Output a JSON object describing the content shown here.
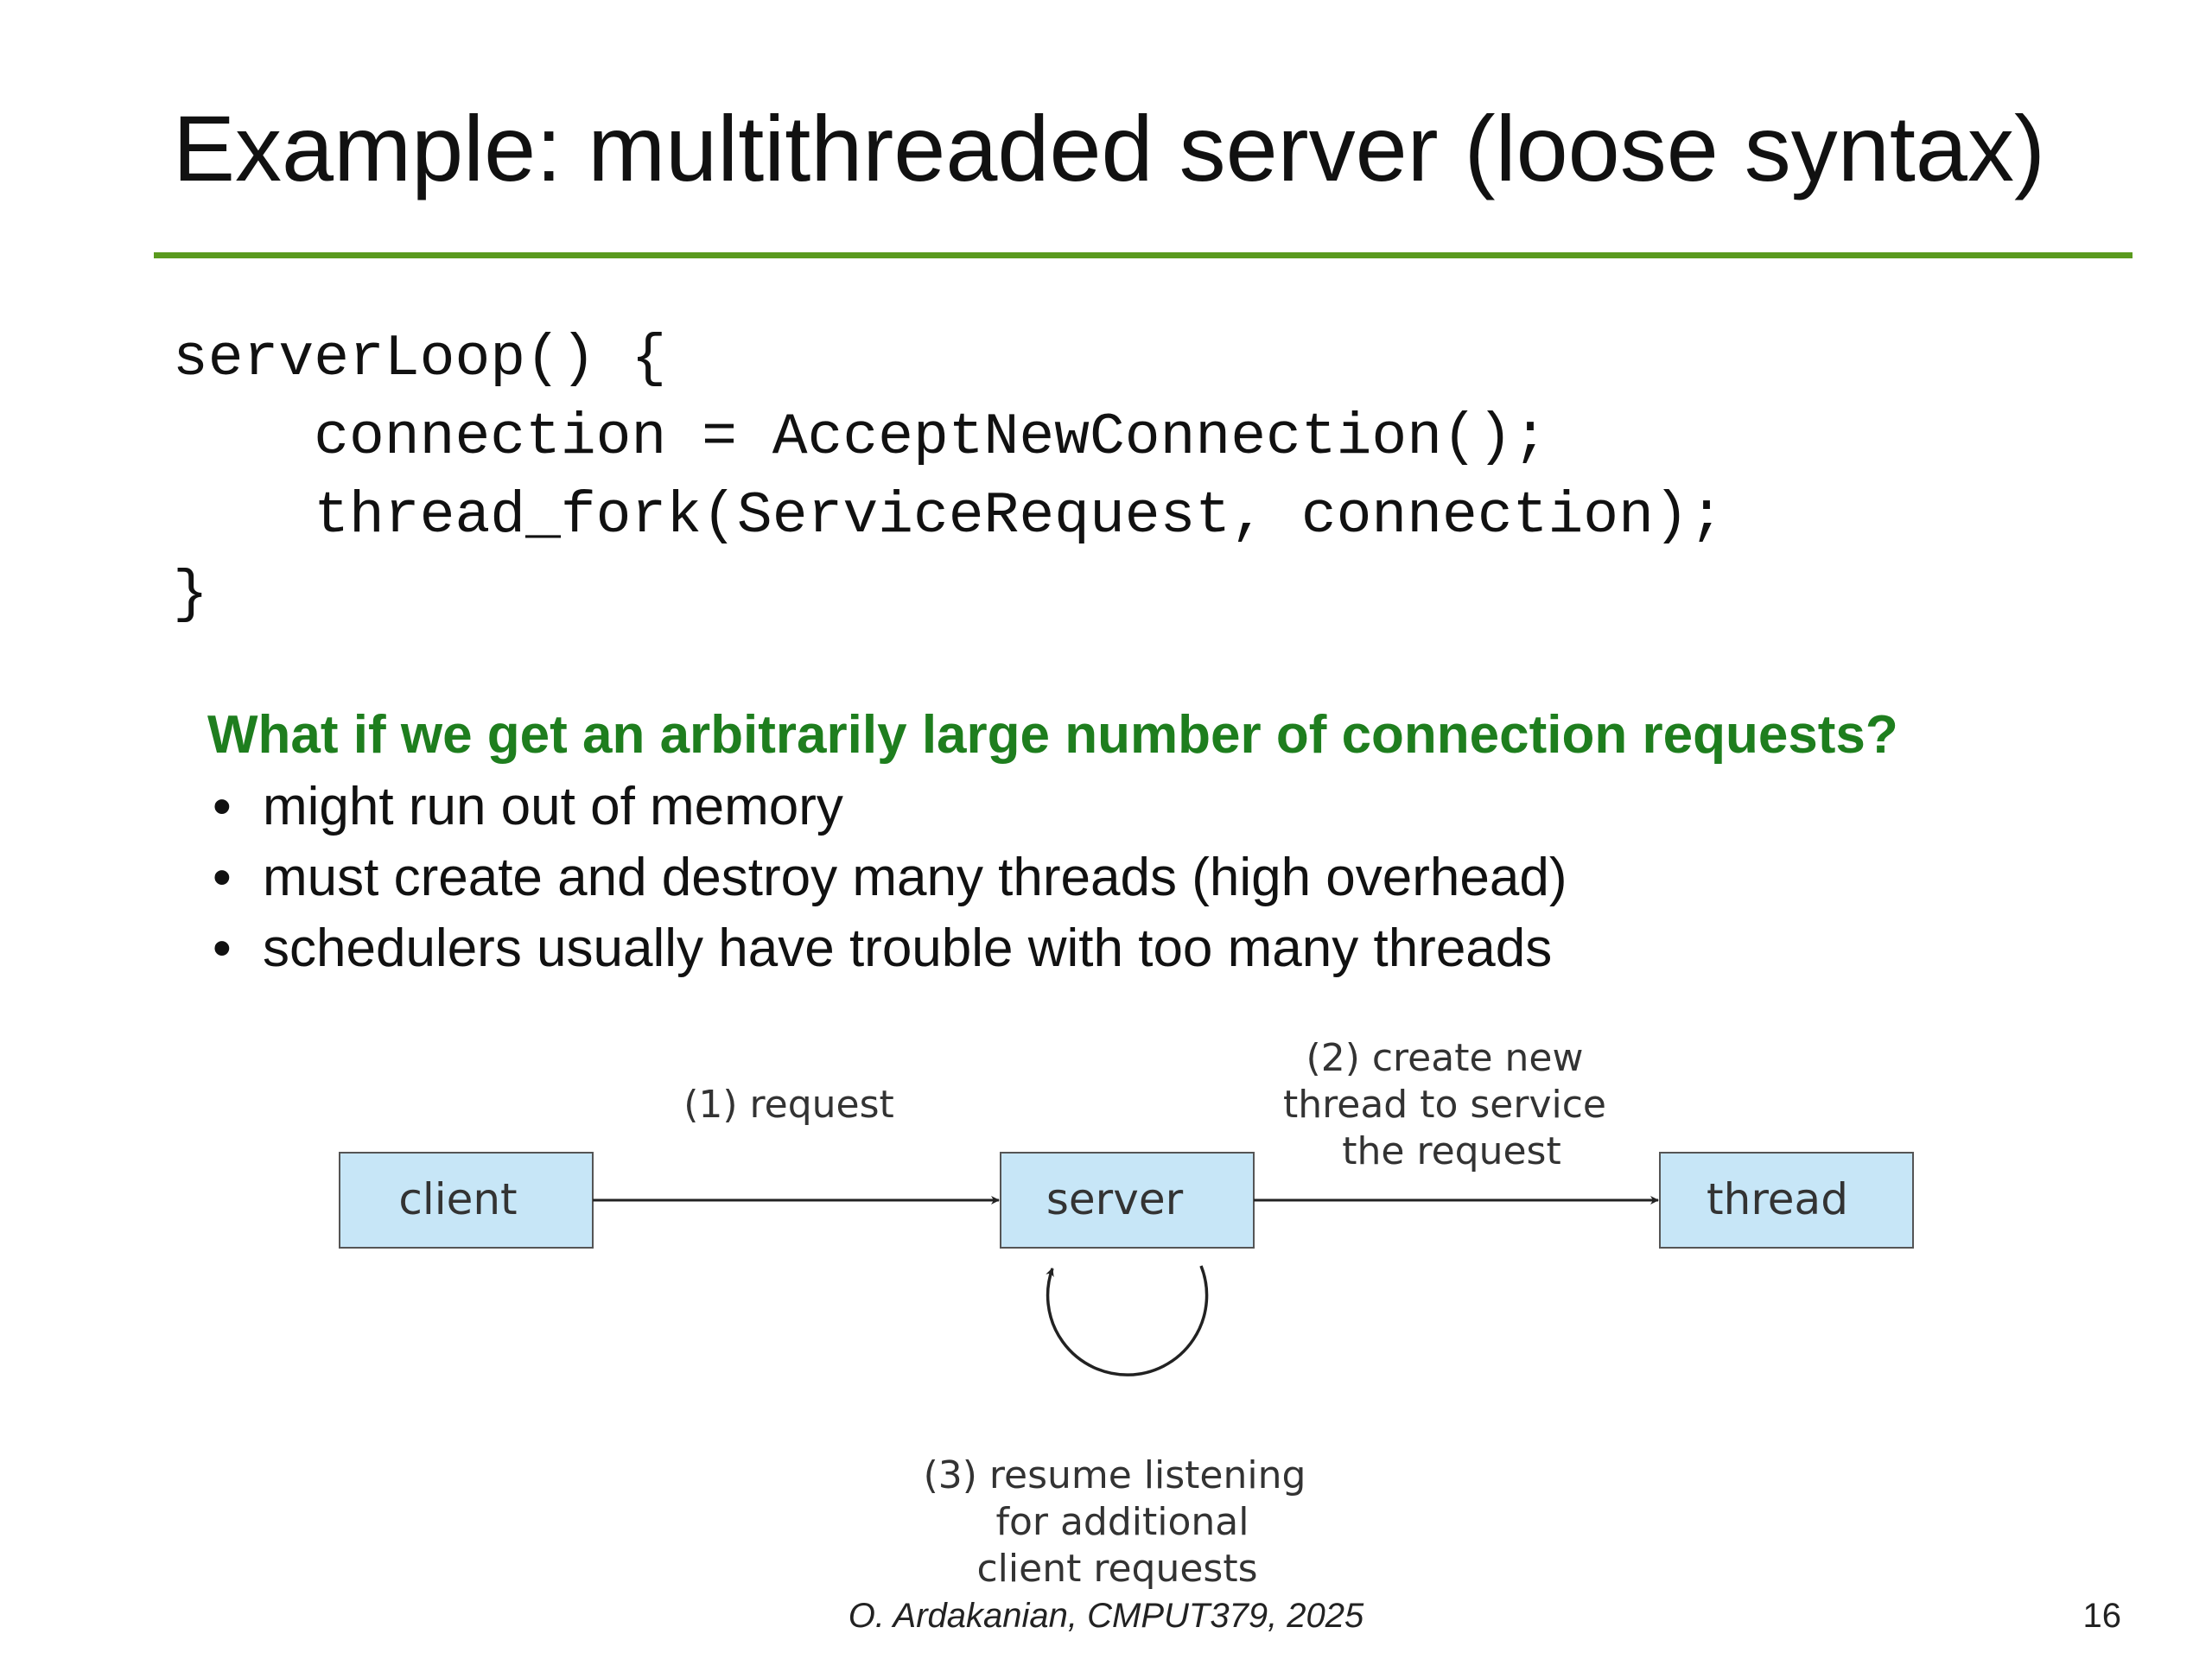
{
  "slide": {
    "title": "Example: multithreaded server (loose syntax)",
    "accent_color": "#5a9a1e",
    "question_color": "#1e7e1e"
  },
  "code": {
    "lines": [
      "serverLoop() {",
      "    connection = AcceptNewConnection();",
      "    thread_fork(ServiceRequest, connection);",
      "}"
    ]
  },
  "discussion": {
    "question": "What if we get an arbitrarily large number of connection requests?",
    "bullet_glyph": "•",
    "bullets": [
      "might run out of memory",
      "must create and destroy many threads (high overhead)",
      "schedulers usually have trouble with too many threads"
    ]
  },
  "diagram": {
    "box_fill": "#c7e6f7",
    "nodes": {
      "client": "client",
      "server": "server",
      "thread": "thread"
    },
    "labels": {
      "request": "(1) request",
      "create_line1": "(2) create new",
      "create_line2": "thread to service",
      "create_line3": "the request",
      "resume_line1": "(3) resume listening",
      "resume_line2": "for additional",
      "resume_line3": "client requests"
    }
  },
  "footer": {
    "credit": "O. Ardakanian, CMPUT379, 2025",
    "page_number": "16"
  }
}
